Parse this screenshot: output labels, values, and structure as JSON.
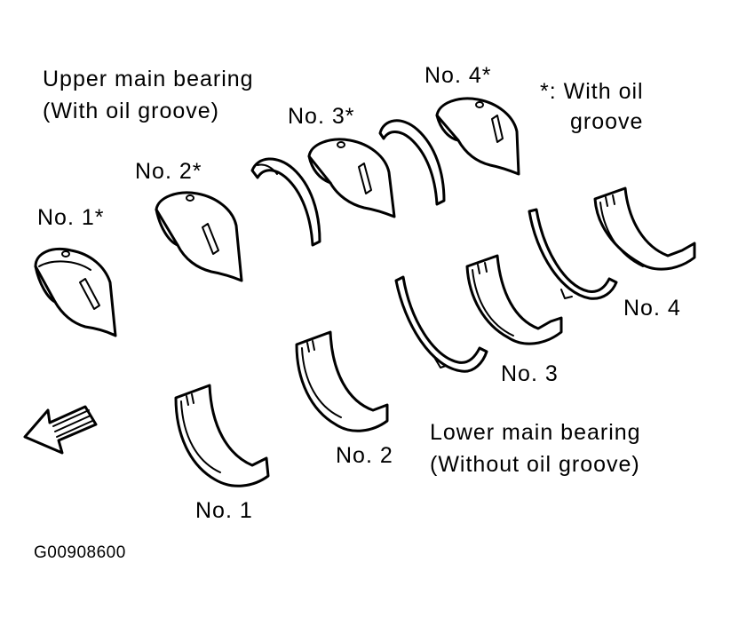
{
  "heading_upper": [
    "Upper main bearing",
    "(With oil groove)"
  ],
  "heading_lower": [
    "Lower main bearing",
    "(Without oil groove)"
  ],
  "legend": [
    "*: With oil",
    "groove"
  ],
  "upper_labels": [
    "No. 1*",
    "No. 2*",
    "No. 3*",
    "No. 4*"
  ],
  "lower_labels": [
    "No. 1",
    "No. 2",
    "No. 3",
    "No. 4"
  ],
  "figure_code": "G00908600",
  "direction_icon": "arrow-front-icon",
  "colors": {
    "ink": "#000000",
    "paper": "#ffffff"
  }
}
